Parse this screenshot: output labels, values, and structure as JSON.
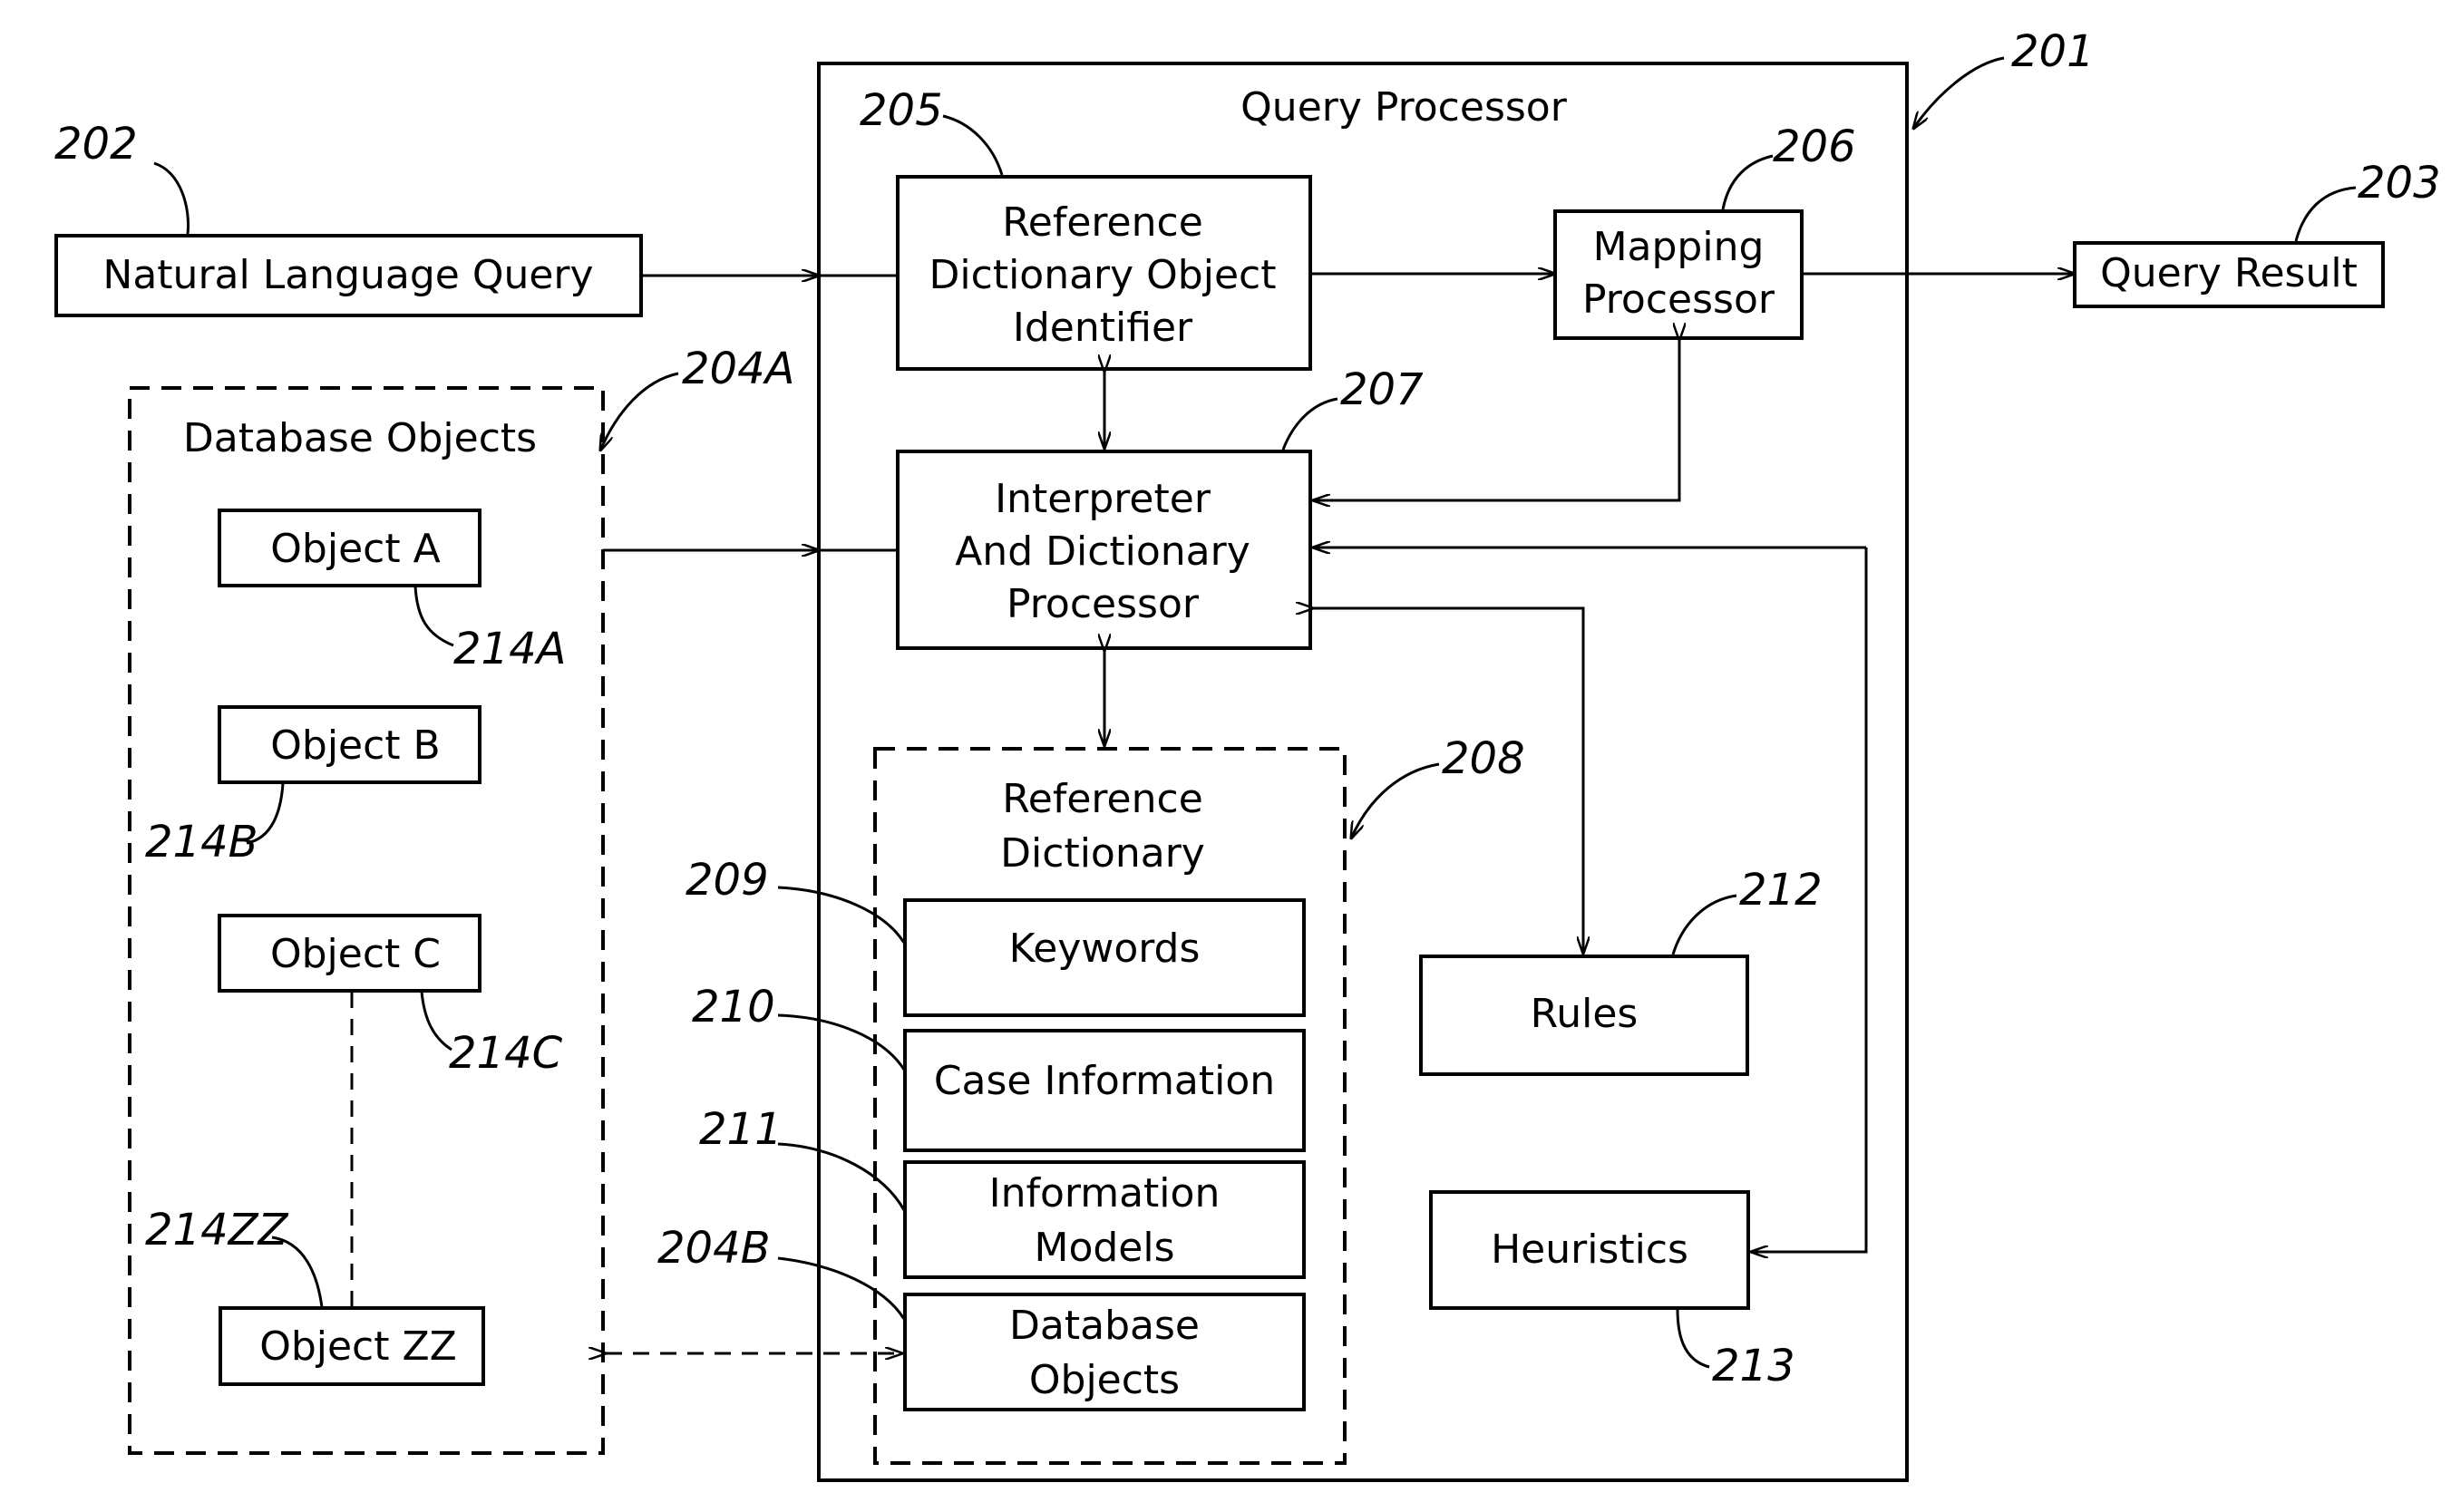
{
  "query_processor": {
    "title": "Query Processor",
    "ref": "201"
  },
  "nl_query": {
    "label": "Natural Language Query",
    "ref": "202"
  },
  "query_result": {
    "label": "Query Result",
    "ref": "203"
  },
  "ref_dict_identifier": {
    "lines": [
      "Reference",
      "Dictionary Object",
      "Identifier"
    ],
    "ref": "205"
  },
  "mapping_processor": {
    "lines": [
      "Mapping",
      "Processor"
    ],
    "ref": "206"
  },
  "interpreter": {
    "lines": [
      "Interpreter",
      "And Dictionary",
      "Processor"
    ],
    "ref": "207"
  },
  "database_objects_group": {
    "title": "Database Objects",
    "ref": "204A",
    "objects": [
      {
        "label": "Object A",
        "ref": "214A"
      },
      {
        "label": "Object B",
        "ref": "214B"
      },
      {
        "label": "Object C",
        "ref": "214C"
      },
      {
        "label": "Object ZZ",
        "ref": "214ZZ"
      }
    ]
  },
  "reference_dictionary": {
    "lines": [
      "Reference",
      "Dictionary"
    ],
    "ref": "208",
    "items": [
      {
        "lines": [
          "Keywords"
        ],
        "ref": "209"
      },
      {
        "lines": [
          "Case Information"
        ],
        "ref": "210"
      },
      {
        "lines": [
          "Information",
          "Models"
        ],
        "ref": "211"
      },
      {
        "lines": [
          "Database",
          "Objects"
        ],
        "ref": "204B"
      }
    ]
  },
  "rules": {
    "label": "Rules",
    "ref": "212"
  },
  "heuristics": {
    "label": "Heuristics",
    "ref": "213"
  }
}
